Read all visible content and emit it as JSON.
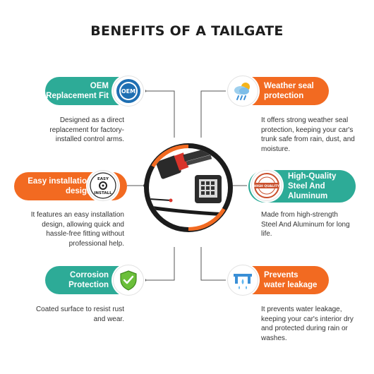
{
  "title": "BENEFITS OF A TAILGATE",
  "features": [
    {
      "line1": "OEM",
      "line2": "Replacement Fit",
      "badge": "oem-badge-icon",
      "badge_text": "OEM",
      "desc": [
        "Designed as a direct",
        "replacement for factory-",
        "installed control arms."
      ]
    },
    {
      "line1": "Weather seal",
      "line2": "protection",
      "badge": "weather-icon",
      "desc": [
        "It offers strong weather seal",
        "protection, keeping your car's",
        "trunk safe from rain, dust, and",
        "moisture."
      ]
    },
    {
      "line1": "Easy installation",
      "line2": "design",
      "badge": "easy-install-icon",
      "badge_top": "EASY",
      "badge_bottom": "INSTALL",
      "desc": [
        "It features an easy installation",
        "design, allowing quick and",
        "hassle-free fitting without",
        "professional help."
      ]
    },
    {
      "line1": "High-Quality",
      "line2": "Steel And",
      "line3": "Aluminum",
      "badge": "high-quality-stamp-icon",
      "badge_text": "HIGH QUALITY",
      "desc": [
        "Made from high-strength",
        "Steel And Aluminum for long",
        "life."
      ]
    },
    {
      "line1": "Corrosion",
      "line2": "Protection",
      "badge": "shield-check-icon",
      "desc": [
        "Coated surface to resist rust",
        "and wear."
      ]
    },
    {
      "line1": "Prevents",
      "line2": "water leakage",
      "badge": "water-leak-icon",
      "desc": [
        "It prevents water leakage,",
        "keeping your car's interior dry",
        "and protected during rain or",
        "washes."
      ]
    }
  ],
  "colors": {
    "teal": "#2dab97",
    "orange": "#f26a21",
    "ring_dark": "#1c1c1c"
  }
}
